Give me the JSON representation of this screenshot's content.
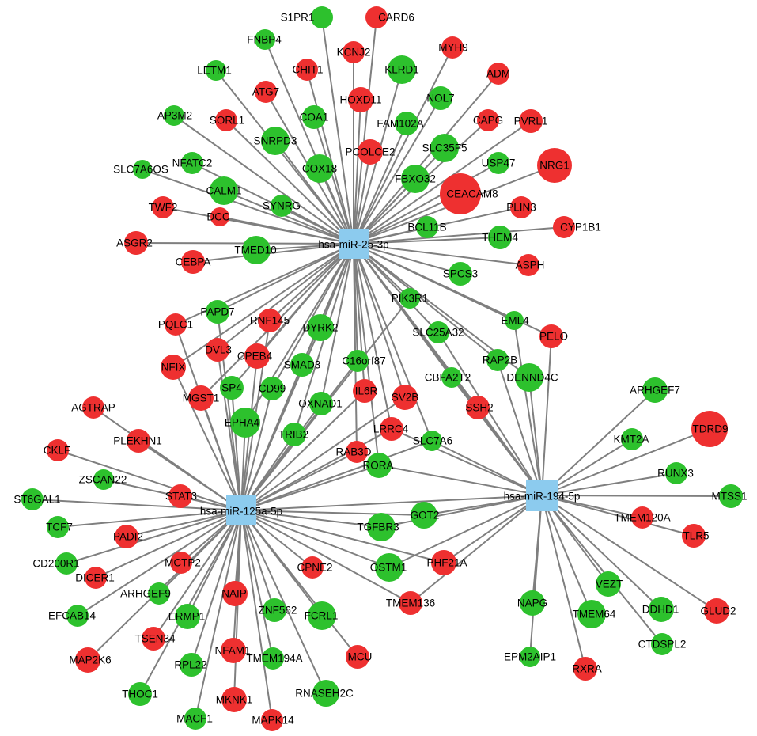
{
  "colors": {
    "up": "#ee3030",
    "down": "#2dc12d",
    "hub": "#8ccbee",
    "edge": "#7f7f7f"
  },
  "hubs": [
    {
      "id": "h25",
      "label": "hsa-miR-25-3p"
    },
    {
      "id": "h125",
      "label": "hsa-miR-125a-5p"
    },
    {
      "id": "h194",
      "label": "hsa-miR-194-5p"
    }
  ],
  "genes": [
    {
      "label": "S1PR1",
      "color": "down",
      "targets": [
        "h25"
      ]
    },
    {
      "label": "CARD6",
      "color": "up",
      "targets": [
        "h25"
      ]
    },
    {
      "label": "FNBP4",
      "color": "down",
      "targets": [
        "h25"
      ]
    },
    {
      "label": "KCNJ2",
      "color": "up",
      "targets": [
        "h25"
      ]
    },
    {
      "label": "MYH9",
      "color": "up",
      "targets": [
        "h25"
      ]
    },
    {
      "label": "LETM1",
      "color": "down",
      "targets": [
        "h25"
      ]
    },
    {
      "label": "CHIT1",
      "color": "up",
      "targets": [
        "h25"
      ]
    },
    {
      "label": "KLRD1",
      "color": "down",
      "targets": [
        "h25"
      ]
    },
    {
      "label": "ADM",
      "color": "up",
      "targets": [
        "h25"
      ]
    },
    {
      "label": "ATG7",
      "color": "up",
      "targets": [
        "h25"
      ]
    },
    {
      "label": "HOXD11",
      "color": "up",
      "targets": [
        "h25"
      ]
    },
    {
      "label": "NOL7",
      "color": "down",
      "targets": [
        "h25"
      ]
    },
    {
      "label": "AP3M2",
      "color": "down",
      "targets": [
        "h25"
      ]
    },
    {
      "label": "SORL1",
      "color": "up",
      "targets": [
        "h25"
      ]
    },
    {
      "label": "COA1",
      "color": "down",
      "targets": [
        "h25"
      ]
    },
    {
      "label": "FAM102A",
      "color": "down",
      "targets": [
        "h25"
      ]
    },
    {
      "label": "CAPG",
      "color": "up",
      "targets": [
        "h25"
      ]
    },
    {
      "label": "PVRL1",
      "color": "up",
      "targets": [
        "h25"
      ]
    },
    {
      "label": "SNRPD3",
      "color": "down",
      "targets": [
        "h25"
      ]
    },
    {
      "label": "PCOLCE2",
      "color": "up",
      "targets": [
        "h25"
      ]
    },
    {
      "label": "SLC35F5",
      "color": "down",
      "targets": [
        "h25"
      ]
    },
    {
      "label": "NFATC2",
      "color": "down",
      "targets": [
        "h25"
      ]
    },
    {
      "label": "COX18",
      "color": "down",
      "targets": [
        "h25"
      ]
    },
    {
      "label": "FBXO32",
      "color": "down",
      "targets": [
        "h25"
      ]
    },
    {
      "label": "USP47",
      "color": "down",
      "targets": [
        "h25"
      ]
    },
    {
      "label": "NRG1",
      "color": "up",
      "targets": [
        "h25"
      ]
    },
    {
      "label": "SLC7A6OS",
      "color": "down",
      "targets": [
        "h25"
      ]
    },
    {
      "label": "CALM1",
      "color": "down",
      "targets": [
        "h25"
      ]
    },
    {
      "label": "CEACAM8",
      "color": "up",
      "targets": [
        "h25"
      ]
    },
    {
      "label": "TWF2",
      "color": "up",
      "targets": [
        "h25"
      ]
    },
    {
      "label": "DCC",
      "color": "up",
      "targets": [
        "h25"
      ]
    },
    {
      "label": "SYNRG",
      "color": "down",
      "targets": [
        "h25"
      ]
    },
    {
      "label": "PLIN3",
      "color": "up",
      "targets": [
        "h25"
      ]
    },
    {
      "label": "BCL11B",
      "color": "down",
      "targets": [
        "h25"
      ]
    },
    {
      "label": "CYP1B1",
      "color": "up",
      "targets": [
        "h25"
      ]
    },
    {
      "label": "ASGR2",
      "color": "up",
      "targets": [
        "h25"
      ]
    },
    {
      "label": "THEM4",
      "color": "down",
      "targets": [
        "h25"
      ]
    },
    {
      "label": "TMED10",
      "color": "down",
      "targets": [
        "h25"
      ]
    },
    {
      "label": "CEBPA",
      "color": "up",
      "targets": [
        "h25"
      ]
    },
    {
      "label": "ASPH",
      "color": "up",
      "targets": [
        "h25"
      ]
    },
    {
      "label": "SPCS3",
      "color": "down",
      "targets": [
        "h25"
      ]
    },
    {
      "label": "PIK3R1",
      "color": "down",
      "targets": [
        "h25",
        "h125"
      ]
    },
    {
      "label": "PAPD7",
      "color": "down",
      "targets": [
        "h25",
        "h125"
      ]
    },
    {
      "label": "EML4",
      "color": "down",
      "targets": [
        "h25",
        "h194"
      ]
    },
    {
      "label": "PQLC1",
      "color": "up",
      "targets": [
        "h25",
        "h125"
      ]
    },
    {
      "label": "RNF145",
      "color": "up",
      "targets": [
        "h25",
        "h125"
      ]
    },
    {
      "label": "DYRK2",
      "color": "down",
      "targets": [
        "h25",
        "h125"
      ]
    },
    {
      "label": "SLC25A32",
      "color": "down",
      "targets": [
        "h25",
        "h194"
      ]
    },
    {
      "label": "PELO",
      "color": "up",
      "targets": [
        "h25",
        "h194"
      ]
    },
    {
      "label": "DVL3",
      "color": "up",
      "targets": [
        "h25",
        "h125"
      ]
    },
    {
      "label": "CPEB4",
      "color": "up",
      "targets": [
        "h25",
        "h125"
      ]
    },
    {
      "label": "NFIX",
      "color": "up",
      "targets": [
        "h25",
        "h125"
      ]
    },
    {
      "label": "SMAD3",
      "color": "down",
      "targets": [
        "h25",
        "h125"
      ]
    },
    {
      "label": "C16orf87",
      "color": "down",
      "targets": [
        "h25",
        "h125"
      ]
    },
    {
      "label": "RAP2B",
      "color": "down",
      "targets": [
        "h25",
        "h194"
      ]
    },
    {
      "label": "CBFA2T2",
      "color": "down",
      "targets": [
        "h25",
        "h194"
      ]
    },
    {
      "label": "DENND4C",
      "color": "down",
      "targets": [
        "h25",
        "h194"
      ]
    },
    {
      "label": "SP4",
      "color": "down",
      "targets": [
        "h25",
        "h125"
      ]
    },
    {
      "label": "CD99",
      "color": "down",
      "targets": [
        "h25",
        "h125"
      ]
    },
    {
      "label": "MGST1",
      "color": "up",
      "targets": [
        "h25",
        "h125"
      ]
    },
    {
      "label": "IL6R",
      "color": "up",
      "targets": [
        "h25",
        "h125"
      ]
    },
    {
      "label": "OXNAD1",
      "color": "down",
      "targets": [
        "h25",
        "h125"
      ]
    },
    {
      "label": "SV2B",
      "color": "up",
      "targets": [
        "h25",
        "h125"
      ]
    },
    {
      "label": "SSH2",
      "color": "up",
      "targets": [
        "h25",
        "h194"
      ]
    },
    {
      "label": "EPHA4",
      "color": "down",
      "targets": [
        "h25",
        "h125"
      ]
    },
    {
      "label": "TRIB2",
      "color": "down",
      "targets": [
        "h25",
        "h125"
      ]
    },
    {
      "label": "LRRC4",
      "color": "up",
      "targets": [
        "h25",
        "h125",
        "h194"
      ]
    },
    {
      "label": "RAB3D",
      "color": "up",
      "targets": [
        "h25",
        "h125"
      ]
    },
    {
      "label": "SLC7A6",
      "color": "down",
      "targets": [
        "h25",
        "h125",
        "h194"
      ]
    },
    {
      "label": "RORA",
      "color": "down",
      "targets": [
        "h25",
        "h125",
        "h194"
      ]
    },
    {
      "label": "AGTRAP",
      "color": "up",
      "targets": [
        "h125"
      ]
    },
    {
      "label": "PLEKHN1",
      "color": "up",
      "targets": [
        "h125"
      ]
    },
    {
      "label": "CKLF",
      "color": "up",
      "targets": [
        "h125"
      ]
    },
    {
      "label": "ZSCAN22",
      "color": "down",
      "targets": [
        "h125"
      ]
    },
    {
      "label": "STAT3",
      "color": "up",
      "targets": [
        "h125"
      ]
    },
    {
      "label": "ST6GAL1",
      "color": "down",
      "targets": [
        "h125"
      ]
    },
    {
      "label": "TCF7",
      "color": "down",
      "targets": [
        "h125"
      ]
    },
    {
      "label": "PADI2",
      "color": "up",
      "targets": [
        "h125"
      ]
    },
    {
      "label": "CD200R1",
      "color": "down",
      "targets": [
        "h125"
      ]
    },
    {
      "label": "MCTP2",
      "color": "up",
      "targets": [
        "h125"
      ]
    },
    {
      "label": "DICER1",
      "color": "up",
      "targets": [
        "h125"
      ]
    },
    {
      "label": "ARHGEF9",
      "color": "down",
      "targets": [
        "h125"
      ]
    },
    {
      "label": "EFCAB14",
      "color": "down",
      "targets": [
        "h125"
      ]
    },
    {
      "label": "NAIP",
      "color": "up",
      "targets": [
        "h125"
      ]
    },
    {
      "label": "ERMP1",
      "color": "down",
      "targets": [
        "h125"
      ]
    },
    {
      "label": "ZNF562",
      "color": "down",
      "targets": [
        "h125"
      ]
    },
    {
      "label": "FCRL1",
      "color": "down",
      "targets": [
        "h125"
      ]
    },
    {
      "label": "CPNE2",
      "color": "up",
      "targets": [
        "h125"
      ]
    },
    {
      "label": "TSEN34",
      "color": "up",
      "targets": [
        "h125"
      ]
    },
    {
      "label": "MAP2K6",
      "color": "up",
      "targets": [
        "h125"
      ]
    },
    {
      "label": "NFAM1",
      "color": "up",
      "targets": [
        "h125"
      ]
    },
    {
      "label": "RPL22",
      "color": "down",
      "targets": [
        "h125"
      ]
    },
    {
      "label": "TMEM194A",
      "color": "down",
      "targets": [
        "h125"
      ]
    },
    {
      "label": "MCU",
      "color": "up",
      "targets": [
        "h125"
      ]
    },
    {
      "label": "THOC1",
      "color": "down",
      "targets": [
        "h125"
      ]
    },
    {
      "label": "MKNK1",
      "color": "up",
      "targets": [
        "h125"
      ]
    },
    {
      "label": "RNASEH2C",
      "color": "down",
      "targets": [
        "h125"
      ]
    },
    {
      "label": "MACF1",
      "color": "down",
      "targets": [
        "h125"
      ]
    },
    {
      "label": "MAPK14",
      "color": "up",
      "targets": [
        "h125"
      ]
    },
    {
      "label": "GOT2",
      "color": "down",
      "targets": [
        "h125",
        "h194"
      ]
    },
    {
      "label": "TGFBR3",
      "color": "down",
      "targets": [
        "h125",
        "h194"
      ]
    },
    {
      "label": "PHF21A",
      "color": "up",
      "targets": [
        "h125",
        "h194"
      ]
    },
    {
      "label": "OSTM1",
      "color": "down",
      "targets": [
        "h125",
        "h194"
      ]
    },
    {
      "label": "TMEM136",
      "color": "up",
      "targets": [
        "h125",
        "h194"
      ]
    },
    {
      "label": "ARHGEF7",
      "color": "down",
      "targets": [
        "h194"
      ]
    },
    {
      "label": "TDRD9",
      "color": "up",
      "targets": [
        "h194"
      ]
    },
    {
      "label": "KMT2A",
      "color": "down",
      "targets": [
        "h194"
      ]
    },
    {
      "label": "RUNX3",
      "color": "down",
      "targets": [
        "h194"
      ]
    },
    {
      "label": "MTSS1",
      "color": "down",
      "targets": [
        "h194"
      ]
    },
    {
      "label": "TMEM120A",
      "color": "up",
      "targets": [
        "h194"
      ]
    },
    {
      "label": "TLR5",
      "color": "up",
      "targets": [
        "h194"
      ]
    },
    {
      "label": "VEZT",
      "color": "down",
      "targets": [
        "h194"
      ]
    },
    {
      "label": "DDHD1",
      "color": "down",
      "targets": [
        "h194"
      ]
    },
    {
      "label": "GLUD2",
      "color": "up",
      "targets": [
        "h194"
      ]
    },
    {
      "label": "NAPG",
      "color": "down",
      "targets": [
        "h194"
      ]
    },
    {
      "label": "TMEM64",
      "color": "down",
      "targets": [
        "h194"
      ]
    },
    {
      "label": "CTDSPL2",
      "color": "down",
      "targets": [
        "h194"
      ]
    },
    {
      "label": "EPM2AIP1",
      "color": "down",
      "targets": [
        "h194"
      ]
    },
    {
      "label": "RXRA",
      "color": "up",
      "targets": [
        "h194"
      ]
    }
  ]
}
